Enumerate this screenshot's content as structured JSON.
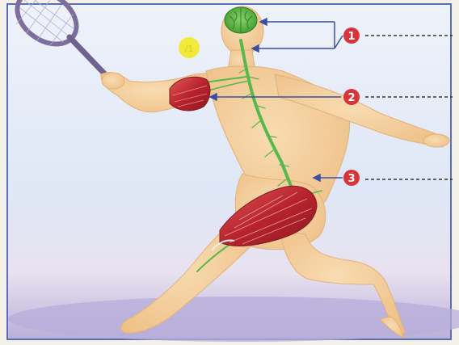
{
  "figure": {
    "subject": "tennis player",
    "labels": [
      "1",
      "2",
      "3"
    ],
    "ball_mark": "/1",
    "colors": {
      "frame": "#5b6fb8",
      "sky": "#dde6f5",
      "ground": "#b8aed6",
      "skin": "#f2cf9e",
      "nerve": "#58b94a",
      "brain": "#4fae3c",
      "muscle": "#c0333a",
      "marker": "#d8343a",
      "arrow": "#3a4fa4",
      "ball": "#f2ea3b"
    }
  }
}
